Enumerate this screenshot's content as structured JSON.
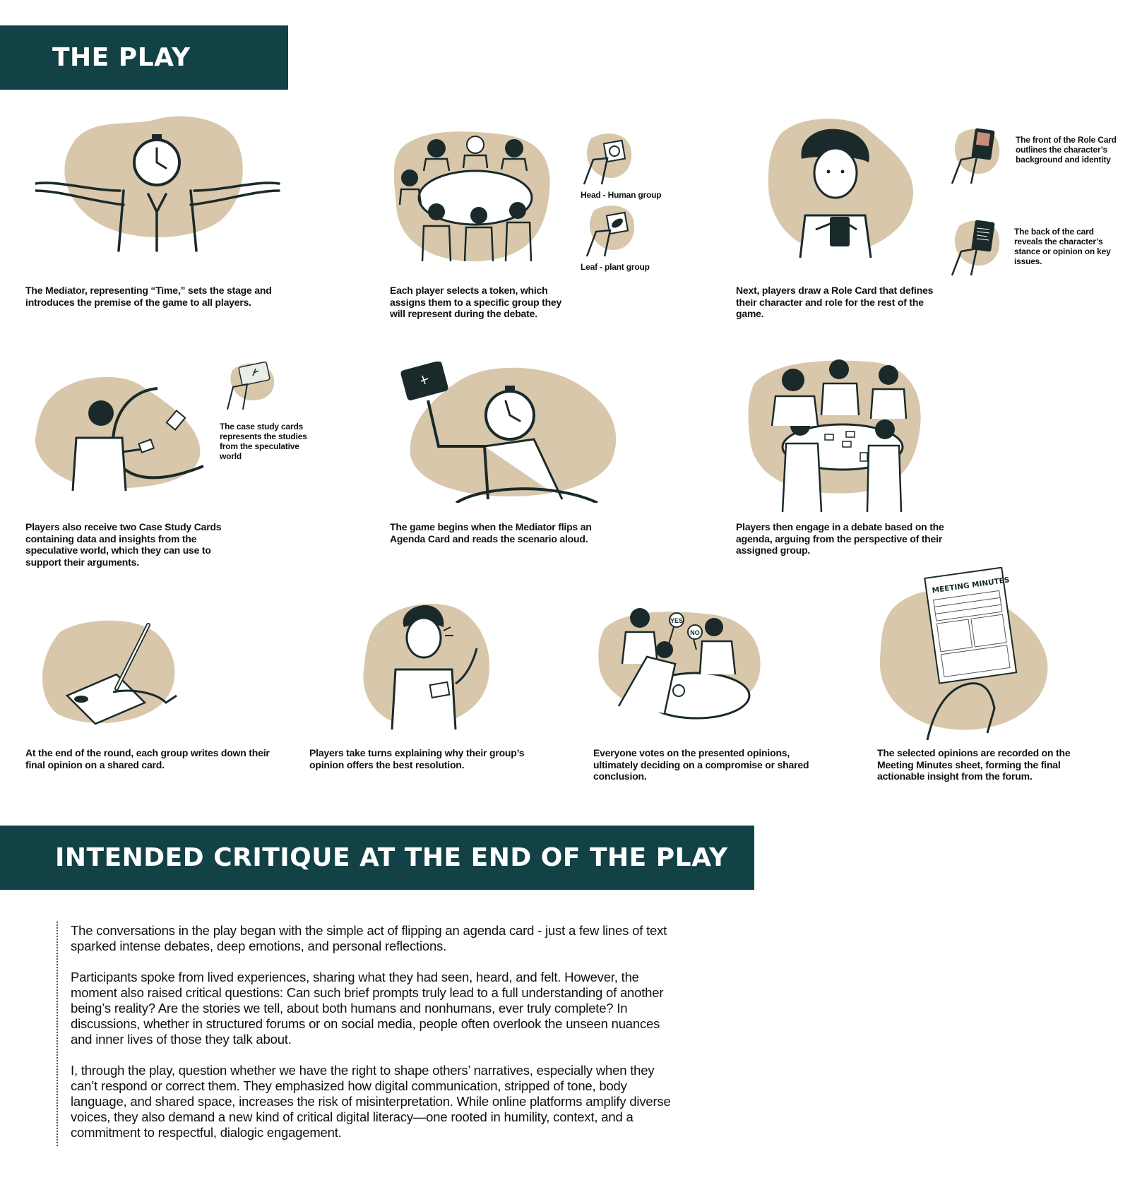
{
  "sections": {
    "play_title": "THE PLAY",
    "critique_title": "INTENDED CRITIQUE AT THE END OF THE PLAY"
  },
  "steps": [
    {
      "caption": "The Mediator, representing “Time,” sets the stage and introduces the premise of the game to all players."
    },
    {
      "caption": "Each player selects a token, which assigns them to a specific group they will represent during the debate."
    },
    {
      "caption": "Next, players draw a Role Card that defines their character and role for the rest of the game."
    },
    {
      "caption": "Players also receive two Case Study Cards containing data and insights from the speculative world, which they can use to support their arguments."
    },
    {
      "caption": "The game begins when the Mediator flips an Agenda Card and reads the scenario aloud."
    },
    {
      "caption": "Players then engage in a debate based on the agenda, arguing from the perspective of their assigned group."
    },
    {
      "caption": "At the end of the round, each group writes down their final opinion on a shared card."
    },
    {
      "caption": "Players take turns explaining why their group’s opinion offers the best resolution."
    },
    {
      "caption": "Everyone votes on the presented opinions, ultimately deciding on a compromise or shared conclusion."
    },
    {
      "caption": "The selected opinions are recorded on the Meeting Minutes sheet, forming the final actionable insight from the forum."
    }
  ],
  "notes": {
    "head_token": "Head - Human group",
    "leaf_token": "Leaf - plant group",
    "role_front": "The front of the Role Card outlines the character’s background and identity",
    "role_back": "The back of the card reveals the character’s stance or opinion on key issues.",
    "case_study": "The case study cards represents the studies from the speculative world",
    "sheet_title": "MEETING MINUTES",
    "vote_yes": "YES",
    "vote_no": "NO"
  },
  "critique": {
    "p1": "The conversations in the play began with the simple act of flipping an agenda card - just a few lines of text sparked intense debates, deep emotions, and personal reflections.",
    "p2": "Participants spoke from lived experiences, sharing what they had seen, heard, and felt. However, the moment also raised critical questions: Can such brief prompts truly lead to a full understanding of another being’s reality? Are the stories we tell, about both humans and nonhumans, ever truly complete? In discussions, whether in structured forums or on social media, people often overlook the unseen nuances and inner lives of those they talk about.",
    "p3": "I, through the play, question whether we have the right to shape others’ narratives, especially when they can’t respond or correct them. They emphasized how digital communication, stripped of tone, body language, and shared space, increases the risk of misinterpretation. While online platforms amplify diverse voices, they also demand a new kind of critical digital literacy—one rooted in humility, context, and a commitment to respectful, dialogic engagement."
  },
  "colors": {
    "banner": "#124146",
    "blob": "#D8C7AA",
    "ink": "#1A2A2A"
  }
}
